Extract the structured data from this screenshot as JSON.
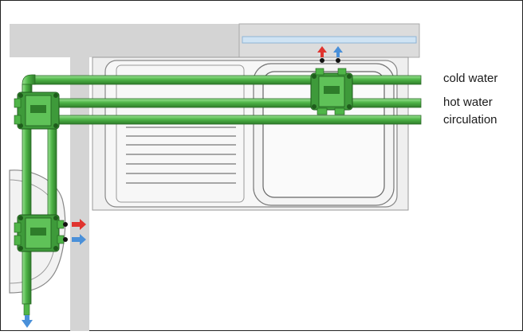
{
  "labels": {
    "cold_water": "cold water",
    "hot_water": "hot water",
    "circulation": "circulation"
  },
  "colors": {
    "pipe": "#4fb548",
    "pipe_dark": "#2e7d2a",
    "pipe_light": "#8fd98a",
    "fitting": "#3e9a3a",
    "cabinet": "#c8c8c8",
    "counter_top": "#e9e9e9",
    "sink_fill": "#f2f2f2",
    "hot_arrow": "#e0342f",
    "cold_arrow": "#4a90d9",
    "window": "#cfe3f3"
  },
  "icons": {
    "hot_outlet": "red-arrow-icon",
    "cold_outlet": "blue-arrow-icon"
  }
}
